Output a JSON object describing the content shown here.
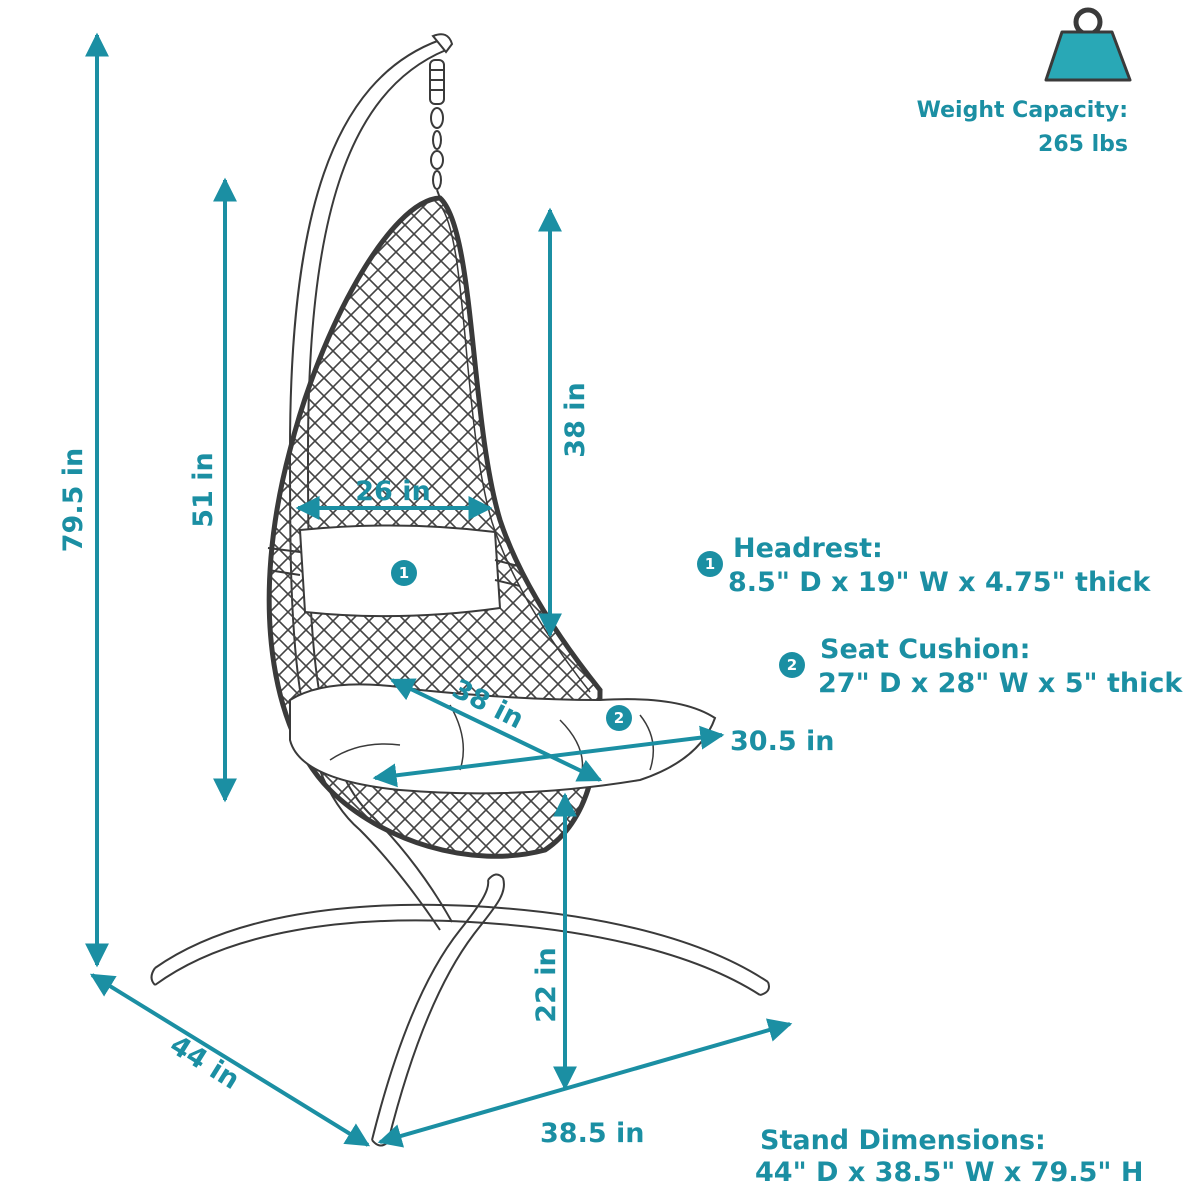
{
  "colors": {
    "accent": "#1b8fa3",
    "line": "#3a3a3a",
    "weight_fill": "#29a8b6"
  },
  "dimensions": {
    "total_height": "79.5 in",
    "seat_height": "51 in",
    "back_height": "38 in",
    "width": "26 in",
    "seat_depth": "38 in",
    "seat_front": "30.5 in",
    "ground_clearance": "22 in",
    "base_depth": "44 in",
    "base_width": "38.5 in"
  },
  "weight": {
    "icon": "weight-icon",
    "title": "Weight Capacity:",
    "value": "265 lbs"
  },
  "headrest": {
    "badge": "1",
    "title": "Headrest:",
    "spec": "8.5\" D x 19\" W x 4.75\" thick"
  },
  "seat_cushion": {
    "badge": "2",
    "title": "Seat Cushion:",
    "spec": "27\" D x 28\" W x 5\" thick"
  },
  "stand": {
    "title": "Stand Dimensions:",
    "spec": "44\" D x 38.5\" W x 79.5\" H"
  }
}
